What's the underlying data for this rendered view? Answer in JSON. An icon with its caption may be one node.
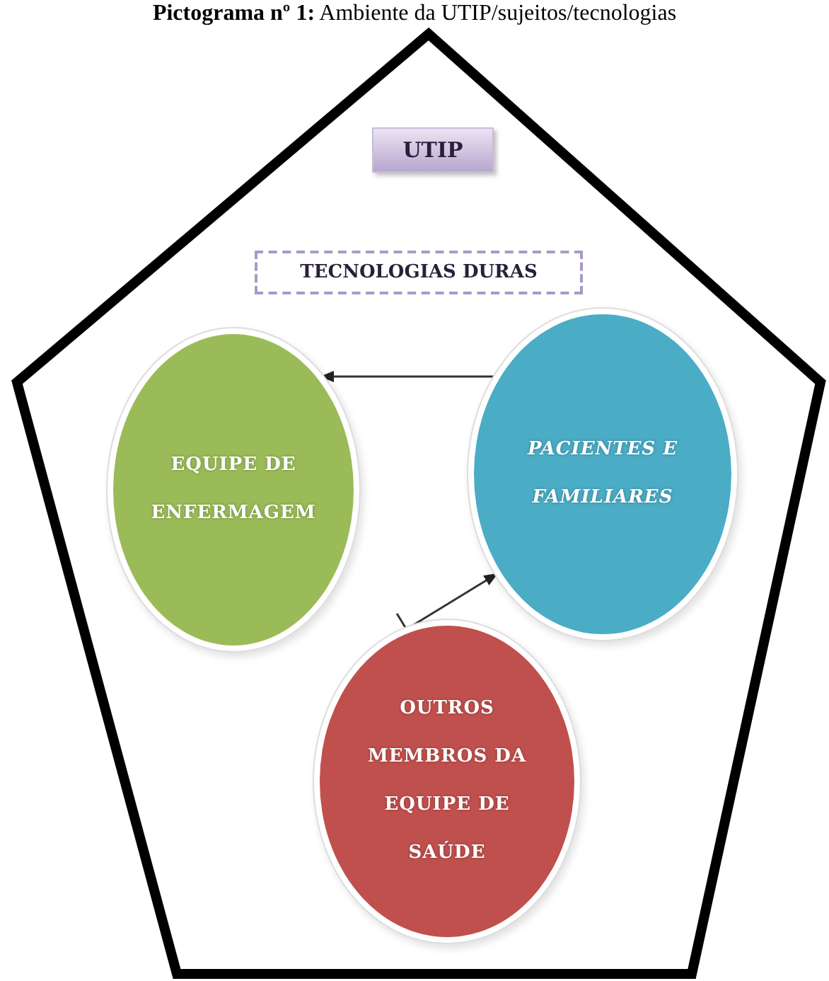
{
  "diagram": {
    "title": "**Pictograma nº 1:** Ambiente da UTIP/sujeitos/tecnologias",
    "nodes": [
      {
        "text": [],
        "shape": "pentagon"
      },
      {
        "text": [
          "UTIP"
        ],
        "in": 0
      },
      {
        "text": [
          "TECNOLOGIAS DURAS"
        ],
        "in": 0
      },
      {
        "text": [
          "EQUIPE DE ENFERMAGEM"
        ],
        "in": 0
      },
      {
        "text": [
          "PACIENTES E FAMILIARES"
        ],
        "in": 0
      },
      {
        "text": [
          "OUTROS MEMBROS DA EQUIPE DE SAÚDE"
        ],
        "in": 0
      }
    ],
    "edges": [
      {
        "from": 4,
        "to": 3,
        "arrow": "to"
      },
      {
        "from": 5,
        "to": 4,
        "arrow": "to"
      }
    ]
  }
}
